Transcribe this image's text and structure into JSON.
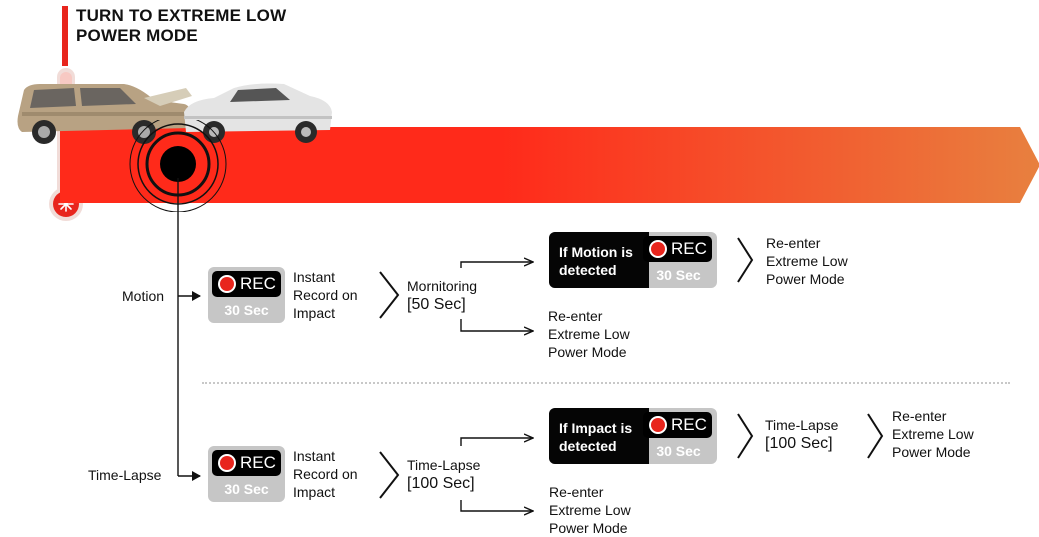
{
  "header": {
    "title": "TURN TO EXTREME LOW POWER MODE"
  },
  "colors": {
    "accent": "#e8251d",
    "banner_start": "#ff2a1a",
    "banner_end": "#e8803f",
    "rec_gray": "#c6c6c6"
  },
  "icons": [
    "thermometer-icon",
    "car-crash-illustration",
    "impact-target-icon",
    "chevron-right-icon",
    "rec-dot-icon"
  ],
  "motion": {
    "label": "Motion",
    "rec": {
      "label": "REC",
      "duration": "30 Sec"
    },
    "step1": "Instant Record on Impact",
    "step2": {
      "name": "Mornitoring",
      "duration": "[50 Sec]"
    },
    "detect": {
      "text": "If Motion is detected",
      "rec_label": "REC",
      "rec_duration": "30 Sec"
    },
    "after_detect": "Re-enter Extreme Low Power Mode",
    "no_detect": "Re-enter Extreme Low Power Mode"
  },
  "timelapse": {
    "label": "Time-Lapse",
    "rec": {
      "label": "REC",
      "duration": "30 Sec"
    },
    "step1": "Instant Record on Impact",
    "step2": {
      "name": "Time-Lapse",
      "duration": "[100 Sec]"
    },
    "detect": {
      "text": "If Impact is detected",
      "rec_label": "REC",
      "rec_duration": "30 Sec"
    },
    "after_detect": {
      "name": "Time-Lapse",
      "duration": "[100 Sec]"
    },
    "final": "Re-enter Extreme Low Power Mode",
    "no_detect": "Re-enter Extreme Low Power Mode"
  }
}
